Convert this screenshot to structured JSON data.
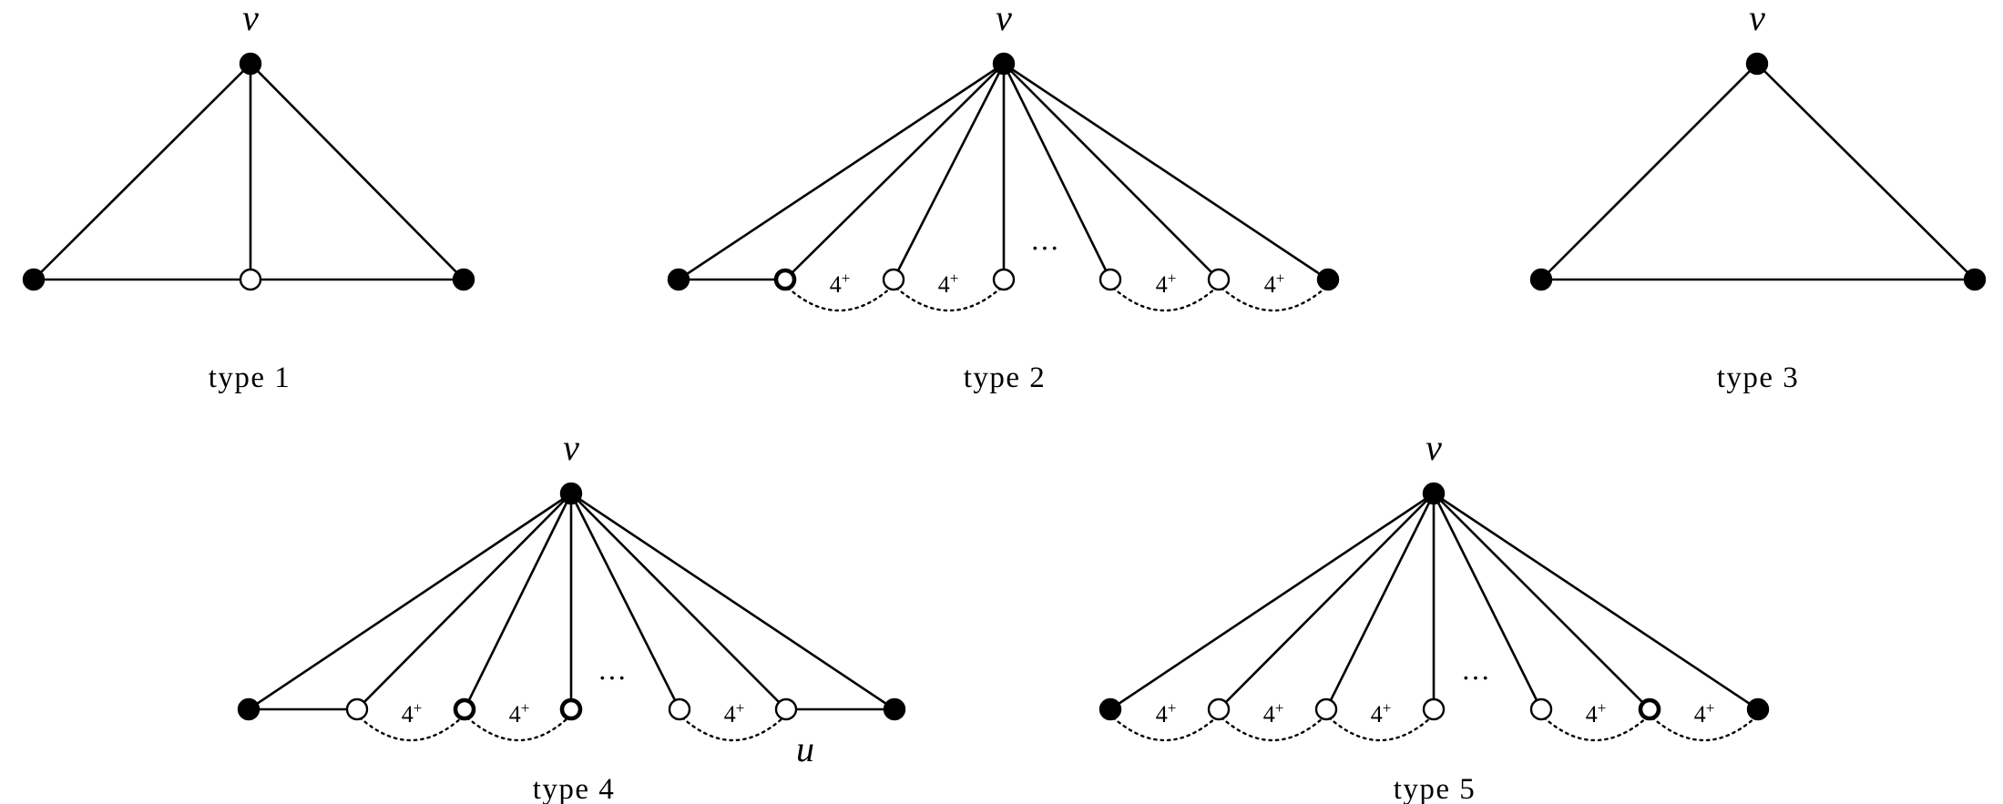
{
  "figure": {
    "apex_label": "v",
    "degree_label": "4",
    "degree_sup": "+",
    "ellipsis": "···",
    "types": [
      {
        "caption": "type 1",
        "u_label": ""
      },
      {
        "caption": "type 2",
        "u_label": ""
      },
      {
        "caption": "type 3",
        "u_label": ""
      },
      {
        "caption": "type 4",
        "u_label": "u"
      },
      {
        "caption": "type 5",
        "u_label": ""
      }
    ]
  }
}
